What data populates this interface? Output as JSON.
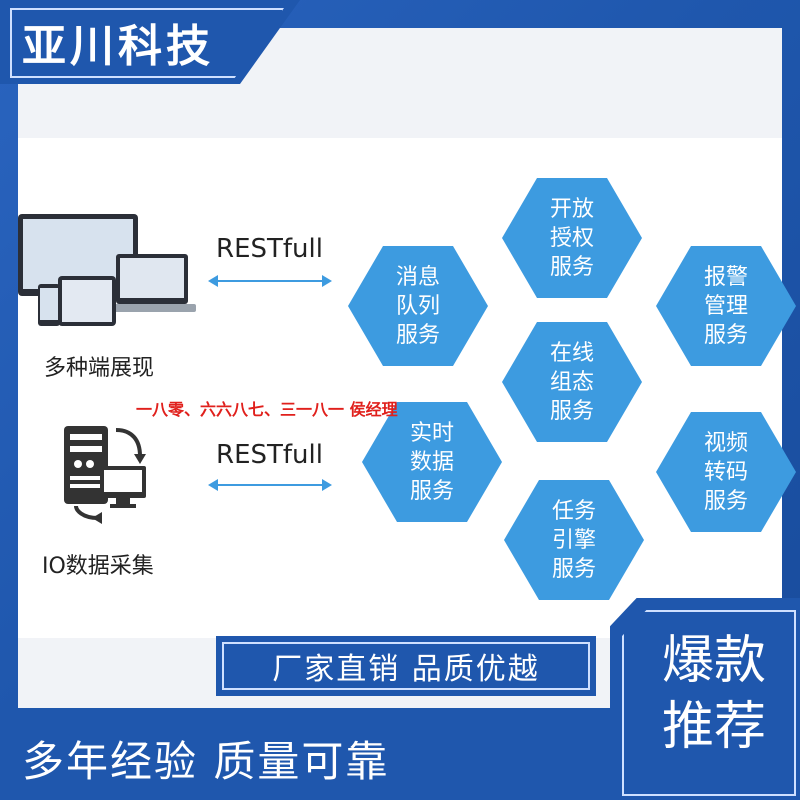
{
  "brand": {
    "title": "亚川科技"
  },
  "diagram": {
    "multi_terminal_label": "多种端展现",
    "io_label": "IO数据采集",
    "rest_top": "RESTfull",
    "rest_bottom": "RESTfull",
    "contact_note": "一八零、六六八七、三一八一 侯经理",
    "services": [
      {
        "label": "开放\n授权\n服务"
      },
      {
        "label": "消息\n队列\n服务"
      },
      {
        "label": "报警\n管理\n服务"
      },
      {
        "label": "在线\n组态\n服务"
      },
      {
        "label": "实时\n数据\n服务"
      },
      {
        "label": "视频\n转码\n服务"
      },
      {
        "label": "任务\n引擎\n服务"
      }
    ]
  },
  "banners": {
    "center": "厂家直销  品质优越",
    "slogan": "多年经验  质量可靠",
    "hot": "爆款\n推荐"
  },
  "colors": {
    "brand_blue": "#1f57ad",
    "hex_blue": "#3d9be0",
    "note_red": "#e0201c"
  }
}
